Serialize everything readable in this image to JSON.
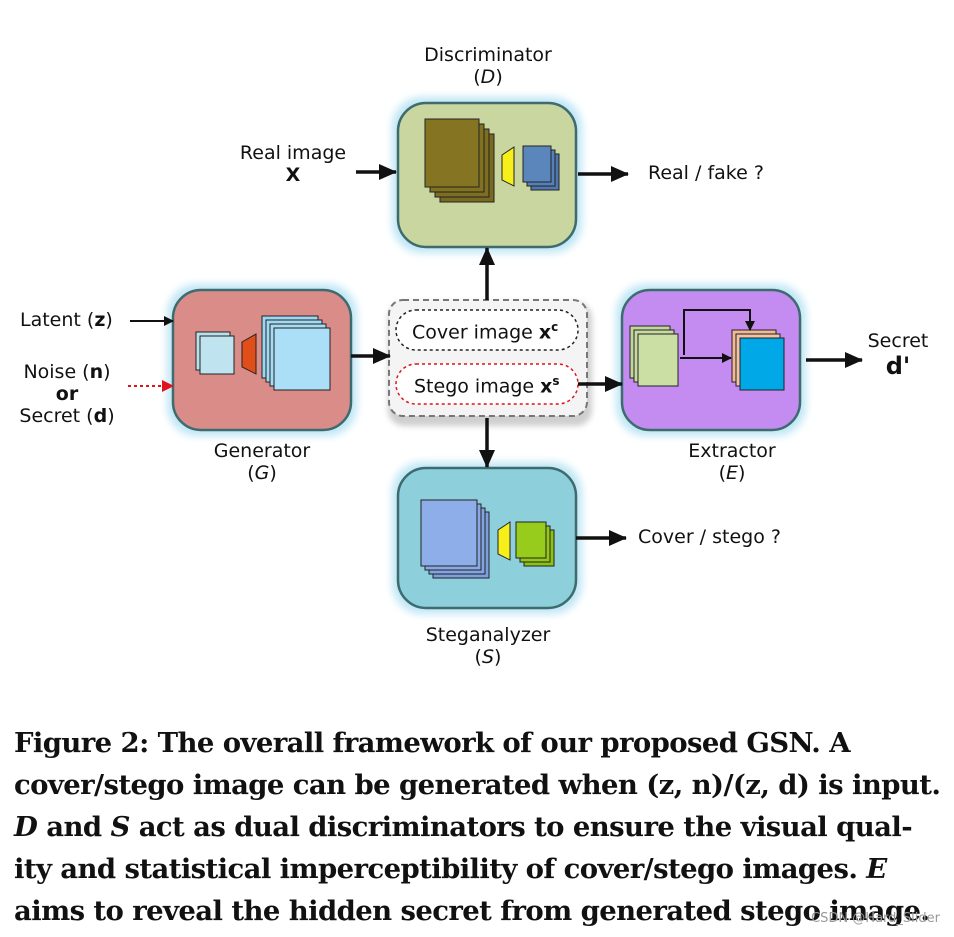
{
  "discriminator": {
    "name": "Discriminator",
    "symbol": "D"
  },
  "generator": {
    "name": "Generator",
    "symbol": "G"
  },
  "extractor": {
    "name": "Extractor",
    "symbol": "E"
  },
  "steganalyzer": {
    "name": "Steganalyzer",
    "symbol": "S"
  },
  "inputs": {
    "real_image": "Real image",
    "real_image_var": "X",
    "latent_prefix": "Latent (",
    "latent_var": "z",
    "latent_suffix": ")",
    "noise_prefix": "Noise (",
    "noise_var": "n",
    "noise_suffix": ")",
    "or": "or",
    "secret_prefix": "Secret (",
    "secret_var": "d",
    "secret_suffix": ")"
  },
  "center_box": {
    "cover_label": "Cover image ",
    "cover_var": "x",
    "cover_sup": "c",
    "stego_label": "Stego image ",
    "stego_var": "x",
    "stego_sup": "s"
  },
  "outputs": {
    "real_fake": "Real / fake ?",
    "cover_stego": "Cover / stego ?",
    "secret": "Secret",
    "secret_var": "d'"
  },
  "caption": {
    "line1": "Figure 2: The overall framework of our proposed GSN. A",
    "line2": "cover/stego image can be generated when (z, n)/(z, d) is input.",
    "line3_d": "D",
    "line3_and": " and ",
    "line3_s": "S",
    "line3_rest": " act as dual discriminators to ensure the visual qual-",
    "line4_main": "ity and statistical imperceptibility of cover/stego images. ",
    "line4_e": "E",
    "line5": "aims to reveal the hidden secret from generated stego image."
  },
  "watermark": "CSDN @Hard_Slider",
  "colors": {
    "discriminator_fill": "#c9d6a0",
    "generator_fill": "#d98c88",
    "extractor_fill": "#c48cf0",
    "steganalyzer_fill": "#8ecfdc",
    "box_stroke": "#3d6b6e",
    "glow": "#bfe6f5"
  }
}
